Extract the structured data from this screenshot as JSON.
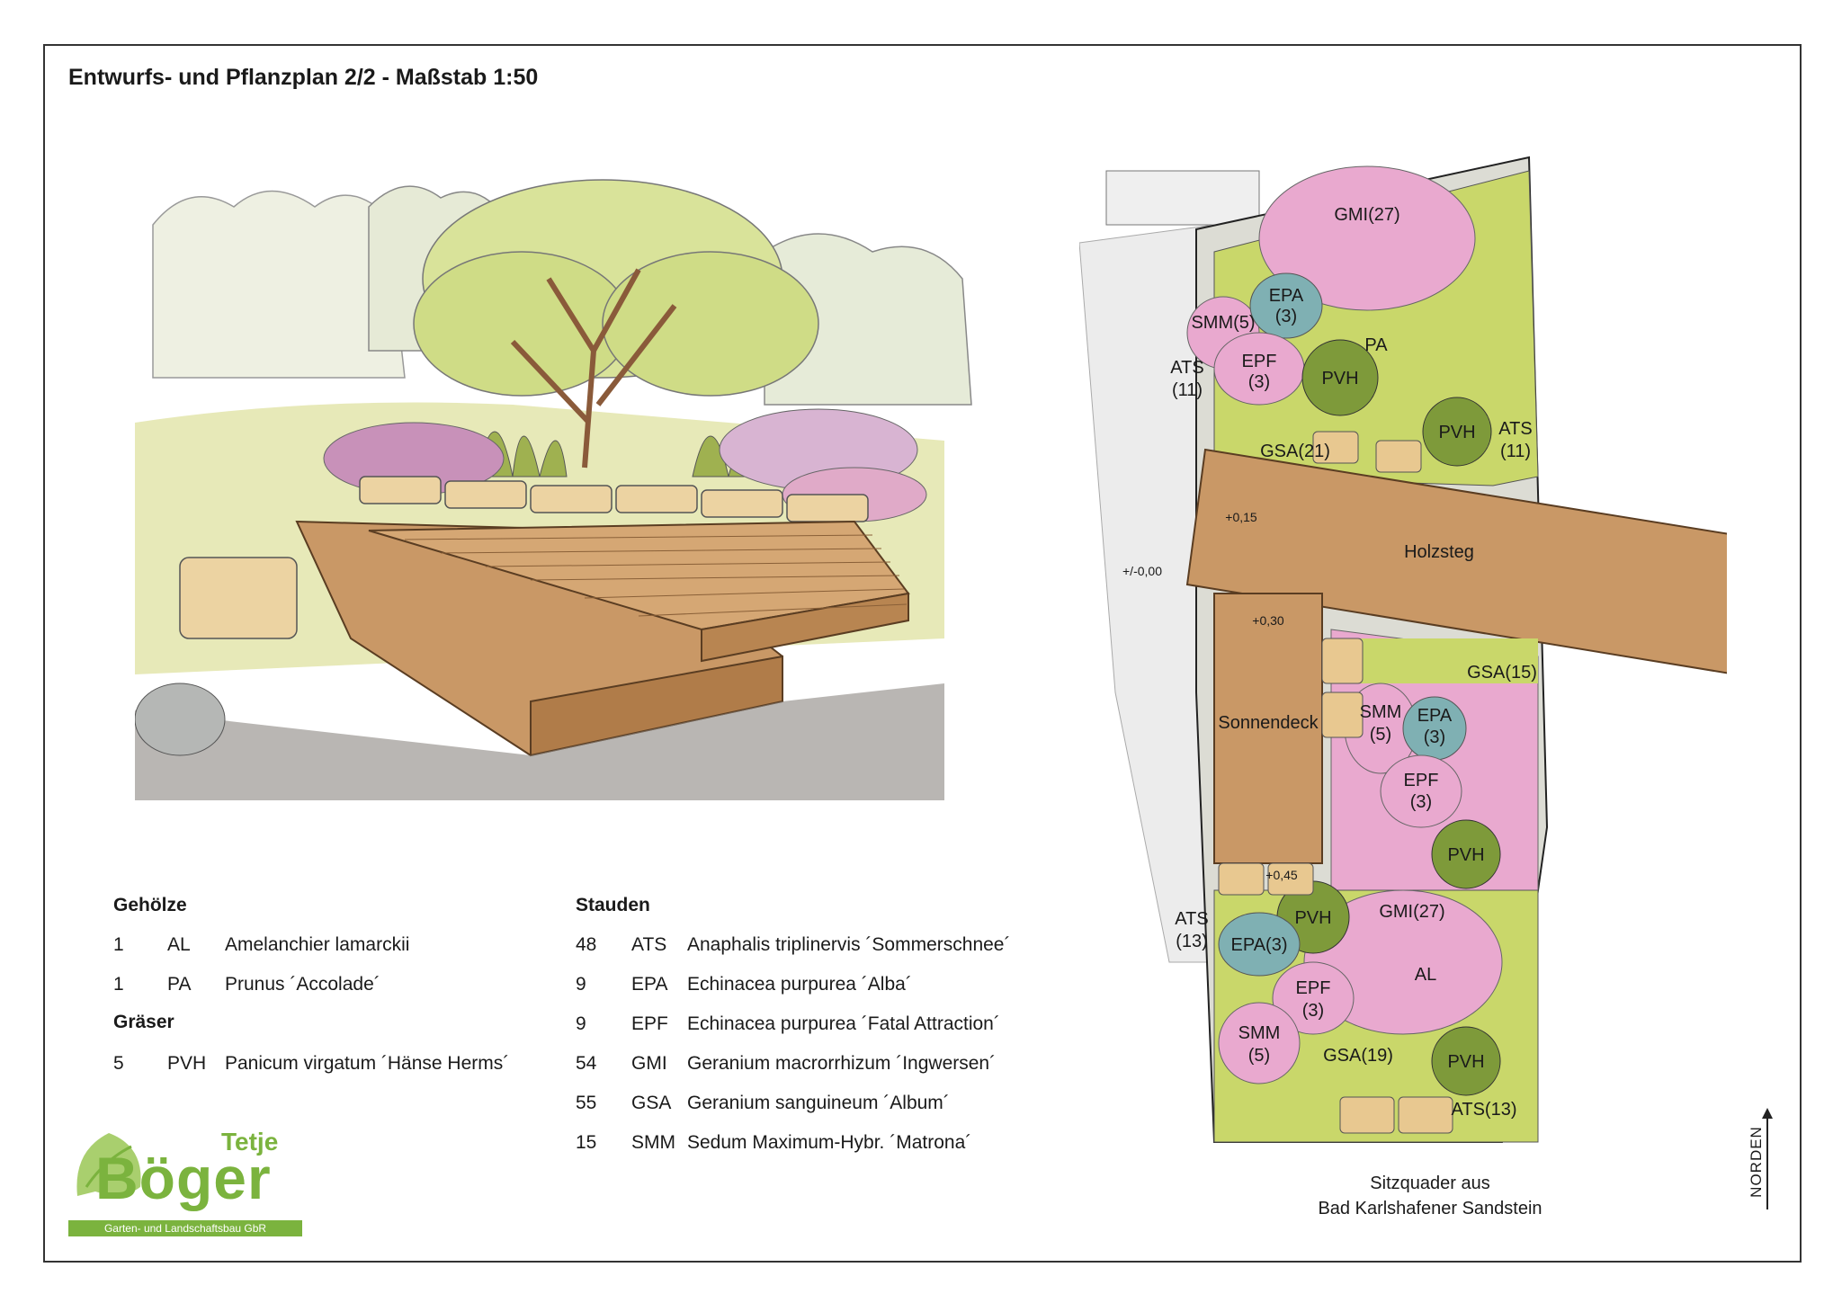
{
  "title": "Entwurfs- und Pflanzplan 2/2 - Maßstab 1:50",
  "legend": {
    "gehoelze_heading": "Gehölze",
    "gehoelze": [
      {
        "qty": "1",
        "code": "AL",
        "name": "Amelanchier lamarckii"
      },
      {
        "qty": "1",
        "code": "PA",
        "name": "Prunus ´Accolade´"
      }
    ],
    "graeser_heading": "Gräser",
    "graeser": [
      {
        "qty": "5",
        "code": "PVH",
        "name": "Panicum virgatum ´Hänse Herms´"
      }
    ],
    "stauden_heading": "Stauden",
    "stauden": [
      {
        "qty": "48",
        "code": "ATS",
        "name": "Anaphalis triplinervis ´Sommerschnee´"
      },
      {
        "qty": "9",
        "code": "EPA",
        "name": "Echinacea purpurea ´Alba´"
      },
      {
        "qty": "9",
        "code": "EPF",
        "name": "Echinacea purpurea ´Fatal Attraction´"
      },
      {
        "qty": "54",
        "code": "GMI",
        "name": "Geranium macrorrhizum ´Ingwersen´"
      },
      {
        "qty": "55",
        "code": "GSA",
        "name": "Geranium sanguineum ´Album´"
      },
      {
        "qty": "15",
        "code": "SMM",
        "name": "Sedum Maximum-Hybr. ´Matrona´"
      }
    ]
  },
  "plan": {
    "labels": {
      "gmi_top": "GMI(27)",
      "pa": "PA",
      "smm_top": "SMM(5)",
      "epa_top_1": "EPA",
      "epa_top_2": "(3)",
      "epf_top_1": "EPF",
      "epf_top_2": "(3)",
      "pvh_1": "PVH",
      "ats_tl_1": "ATS",
      "ats_tl_2": "(11)",
      "pvh_2": "PVH",
      "ats_tr_1": "ATS",
      "ats_tr_2": "(11)",
      "gsa_top": "GSA(21)",
      "holzsteg": "Holzsteg",
      "level_015": "+0,15",
      "level_000": "+/-0,00",
      "level_030": "+0,30",
      "sonnendeck": "Sonnendeck",
      "level_045": "+0,45",
      "gsa_mid": "GSA(15)",
      "smm_mid_1": "SMM",
      "smm_mid_2": "(5)",
      "epa_mid_1": "EPA",
      "epa_mid_2": "(3)",
      "epf_mid_1": "EPF",
      "epf_mid_2": "(3)",
      "pvh_3": "PVH",
      "ats_bl_1": "ATS",
      "ats_bl_2": "(13)",
      "pvh_4": "PVH",
      "gmi_bot": "GMI(27)",
      "al": "AL",
      "epa_bot": "EPA(3)",
      "epf_bot_1": "EPF",
      "epf_bot_2": "(3)",
      "smm_bot_1": "SMM",
      "smm_bot_2": "(5)",
      "gsa_bot": "GSA(19)",
      "pvh_5": "PVH",
      "ats_br": "ATS(13)",
      "sitzquader_1": "Sitzquader aus",
      "sitzquader_2": "Bad Karlshafener Sandstein",
      "norden": "NORDEN"
    }
  },
  "logo": {
    "first_name": "Tetje",
    "last_name": "Böger",
    "tagline": "Garten- und Landschaftsbau GbR"
  },
  "colors": {
    "pink": "#e9a9cf",
    "green": "#c9d76a",
    "teal": "#7fb0b3",
    "wood": "#c99866",
    "grass": "#7e9a3a",
    "stone": "#e8c890",
    "grey": "#d8d8d0",
    "logo_green": "#7bb33e"
  }
}
